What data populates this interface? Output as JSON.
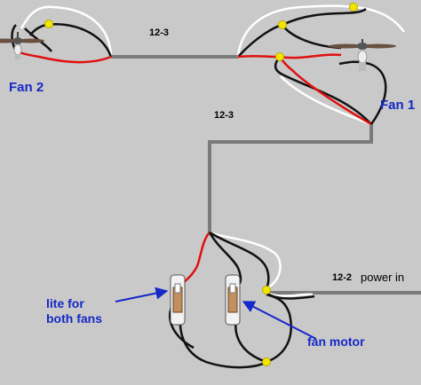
{
  "labels": {
    "fan2": "Fan 2",
    "fan1": "Fan 1",
    "cable_top": "12-3",
    "cable_mid": "12-3",
    "cable_power": "12-2",
    "power_in": "power in",
    "lite_switch_line1": "lite for",
    "lite_switch_line2": "both fans",
    "fan_switch": "fan motor"
  },
  "icons": [
    "ceiling-fan-icon",
    "light-switch-icon",
    "wire-nut-icon"
  ],
  "colors": {
    "background": "#c9c9c9",
    "cable": "#7a7a7a",
    "hot_wire": "#000000",
    "switched_wire": "#e01010",
    "neutral_wire": "#ffffff",
    "wire_nut": "#f2e600",
    "label_blue": "#1528c8"
  }
}
